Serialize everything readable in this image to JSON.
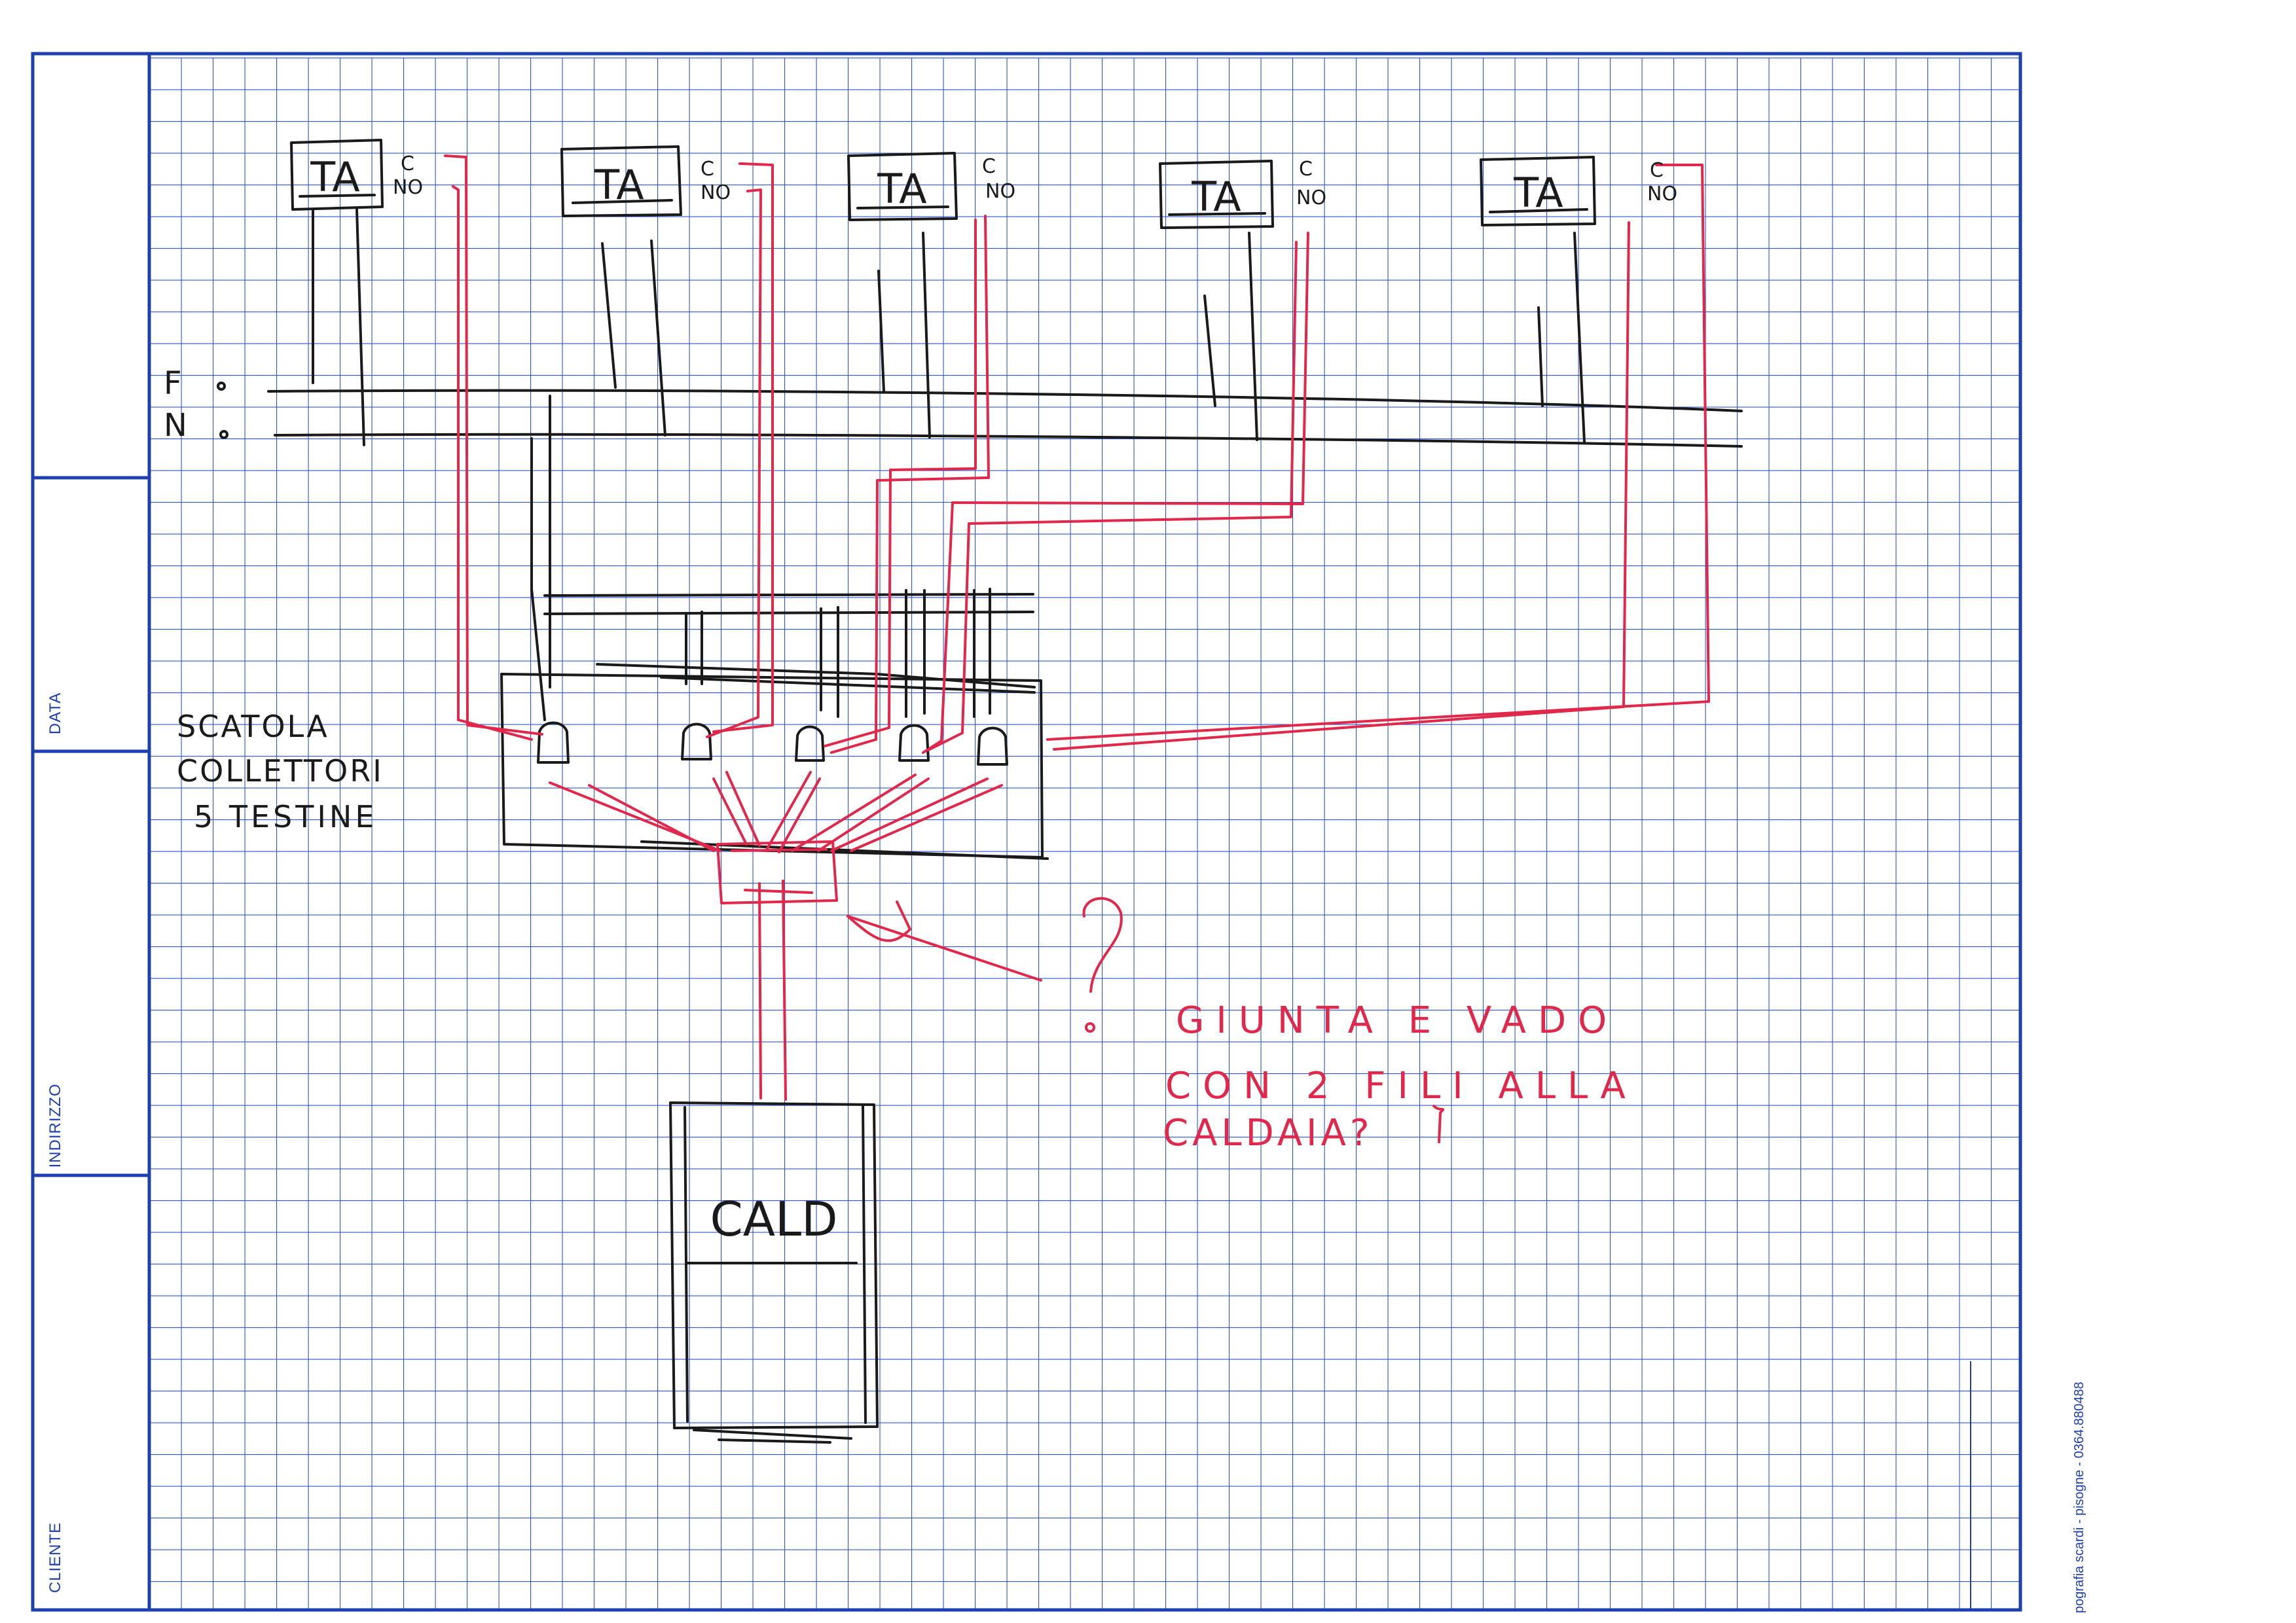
{
  "sheet_labels": {
    "data": "DATA",
    "indirizzo": "INDIRIZZO",
    "cliente": "CLIENTE",
    "print_credit": "pografia scardi - pisogne - 0364.880488"
  },
  "diagram": {
    "thermostats": [
      {
        "label": "TA",
        "c": "C",
        "no": "NO"
      },
      {
        "label": "TA",
        "c": "C",
        "no": "NO"
      },
      {
        "label": "TA",
        "c": "C",
        "no": "NO"
      },
      {
        "label": "TA",
        "c": "C",
        "no": "NO"
      },
      {
        "label": "TA",
        "c": "C",
        "no": "NO"
      }
    ],
    "bus": {
      "f": "F",
      "n": "N"
    },
    "box_caption": {
      "line1": "SCATOLA",
      "line2": "COLLETTORI",
      "line3": "5 TESTINE"
    },
    "boiler": "CALD",
    "question_mark": "?",
    "note": {
      "line1": "GIUNTA E VADO",
      "line2": "CON 2 FILI ALLA",
      "line3": "CALDAIA?"
    },
    "colors": {
      "grid": "#2f55c8",
      "border": "#1d3fb0",
      "ink_black": "#1a1a1a",
      "ink_red": "#e0284a"
    }
  }
}
